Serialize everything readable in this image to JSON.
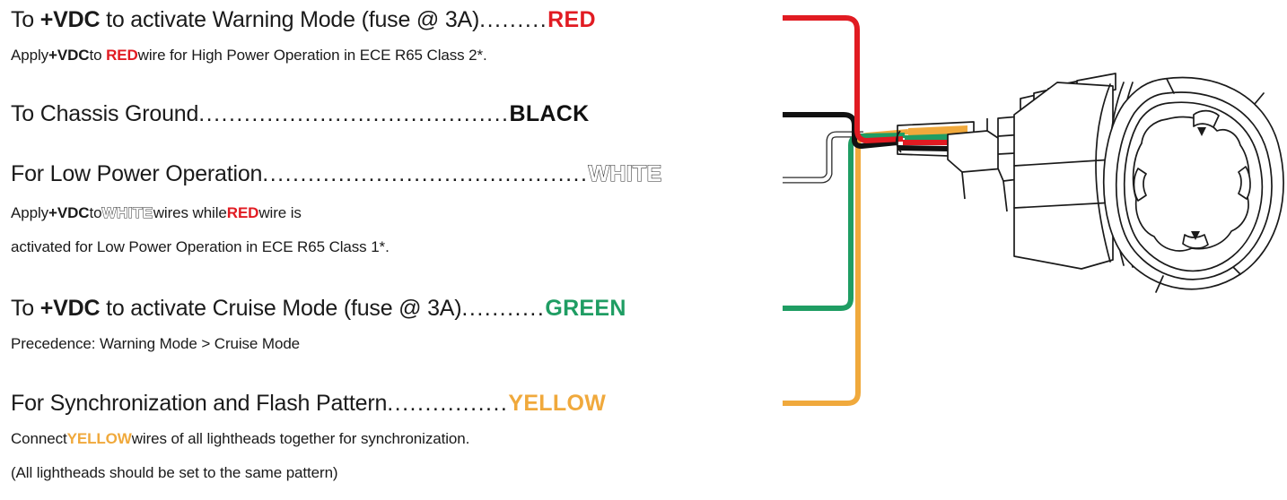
{
  "colors": {
    "red": "#e11b22",
    "black": "#111111",
    "white": "#ffffff",
    "green": "#1f9d63",
    "yellow": "#f0a93c",
    "line": "#1a1a1a"
  },
  "rows": [
    {
      "id": "warning-mode",
      "title_pre": "To ",
      "title_bold": "+VDC",
      "title_post": " to activate Warning Mode (fuse @ 3A) ",
      "leader": ".........",
      "wire_name": "RED",
      "wire_color_key": "red",
      "notes": [
        {
          "segments": [
            {
              "text": "Apply ",
              "style": "plain"
            },
            {
              "text": "+VDC",
              "style": "bold"
            },
            {
              "text": " to  ",
              "style": "plain"
            },
            {
              "text": "RED",
              "style": "red"
            },
            {
              "text": " wire for High Power Operation in ECE R65 Class 2*.",
              "style": "plain"
            }
          ]
        }
      ]
    },
    {
      "id": "chassis-ground",
      "title_pre": "To Chassis Ground ",
      "title_bold": "",
      "title_post": "",
      "leader": ".........................................",
      "wire_name": "BLACK",
      "wire_color_key": "black",
      "notes": []
    },
    {
      "id": "low-power",
      "title_pre": "For Low Power Operation ",
      "title_bold": "",
      "title_post": "",
      "leader": "...........................................",
      "wire_name": "WHITE",
      "wire_color_key": "white",
      "notes": [
        {
          "segments": [
            {
              "text": "Apply ",
              "style": "plain"
            },
            {
              "text": "+VDC",
              "style": "bold"
            },
            {
              "text": " to ",
              "style": "plain"
            },
            {
              "text": "WHITE",
              "style": "white"
            },
            {
              "text": " wires while ",
              "style": "plain"
            },
            {
              "text": "RED",
              "style": "red"
            },
            {
              "text": " wire is",
              "style": "plain"
            }
          ]
        },
        {
          "segments": [
            {
              "text": "activated for Low Power Operation in ECE R65 Class 1*.",
              "style": "plain"
            }
          ]
        }
      ]
    },
    {
      "id": "cruise-mode",
      "title_pre": "To ",
      "title_bold": "+VDC",
      "title_post": " to activate Cruise Mode (fuse @ 3A) ",
      "leader": "...........",
      "wire_name": "GREEN",
      "wire_color_key": "green",
      "notes": [
        {
          "segments": [
            {
              "text": "Precedence: Warning Mode > Cruise Mode",
              "style": "plain"
            }
          ]
        }
      ]
    },
    {
      "id": "synchronization",
      "title_pre": "For Synchronization and Flash Pattern ",
      "title_bold": "",
      "title_post": "",
      "leader": "................",
      "wire_name": "YELLOW",
      "wire_color_key": "yellow",
      "notes": [
        {
          "segments": [
            {
              "text": "Connect ",
              "style": "plain"
            },
            {
              "text": "YELLOW",
              "style": "yellow"
            },
            {
              "text": " wires of all lightheads together for synchronization.",
              "style": "plain"
            }
          ]
        },
        {
          "segments": [
            {
              "text": "(All lightheads should be set to the same pattern)",
              "style": "plain"
            }
          ]
        }
      ]
    }
  ],
  "artwork": {
    "lighthead_label": "led-lighthead-drawing",
    "cable_label": "wire-cable-bundle",
    "markers": [
      "triangle-up",
      "triangle-down"
    ]
  }
}
